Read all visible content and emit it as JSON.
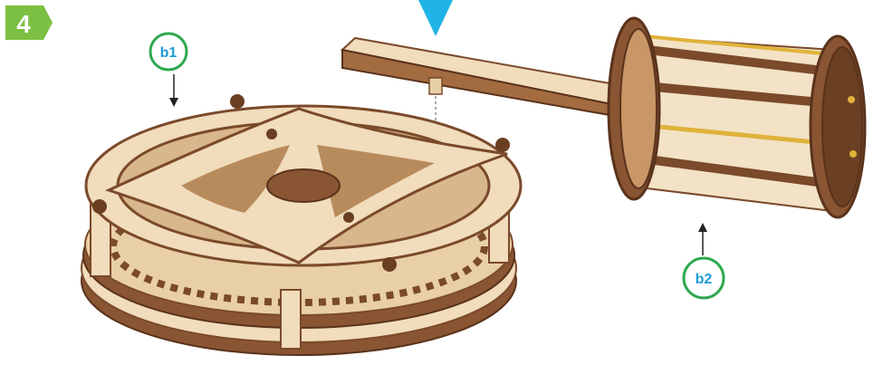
{
  "step": {
    "number": "4",
    "badge_color": "#7cc043"
  },
  "callouts": [
    {
      "id": "b1",
      "label": "b1"
    },
    {
      "id": "b2",
      "label": "b2"
    }
  ],
  "colors": {
    "wood_light": "#f1dcbc",
    "wood_mid": "#e2c196",
    "wood_dark": "#7a4a2a",
    "wood_edge": "#5a331c",
    "callout_ring": "#2fa84f",
    "callout_text": "#1d9bd7",
    "arrow_blue": "#1fb3e6",
    "brass": "#e0b23a"
  }
}
